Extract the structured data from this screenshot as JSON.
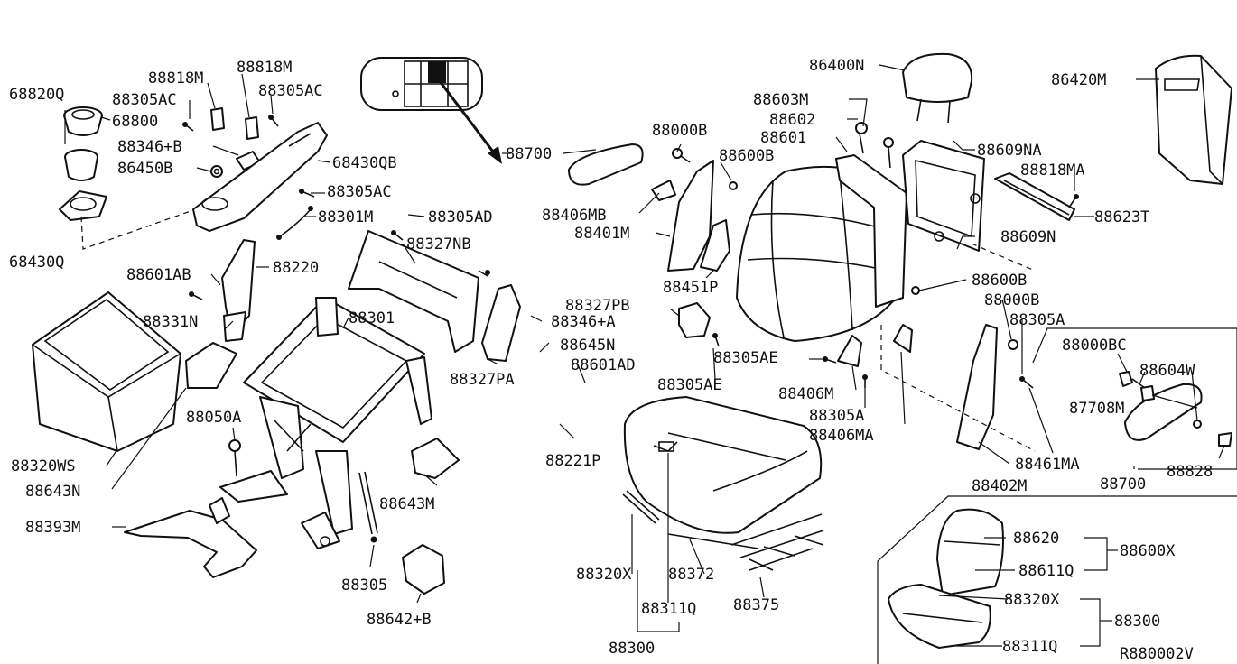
{
  "diagram": {
    "reference_code": "R880002V",
    "labels": {
      "l68820Q": "68820Q",
      "l68800": "68800",
      "l88818M_a": "88818M",
      "l88818M_b": "88818M",
      "l88305AC_a": "88305AC",
      "l88305AC_b": "88305AC",
      "l88305AC_c": "88305AC",
      "l88346B": "88346+B",
      "l86450B": "86450B",
      "l68430QB": "68430QB",
      "l88301M": "88301M",
      "l88305AD": "88305AD",
      "l88327NB": "88327NB",
      "l68430Q": "68430Q",
      "l88601AB": "88601AB",
      "l88220": "88220",
      "l88331N": "88331N",
      "l88301": "88301",
      "l88327PA": "88327PA",
      "l88327PB": "88327PB",
      "l88346A": "88346+A",
      "l88645N": "88645N",
      "l88601AD": "88601AD",
      "l88320WS": "88320WS",
      "l88643N": "88643N",
      "l88050A": "88050A",
      "l88643M": "88643M",
      "l88393M": "88393M",
      "l88305": "88305",
      "l88642B": "88642+B",
      "l88700_a": "88700",
      "l88700_b": "88700",
      "l88000B_a": "88000B",
      "l88000B_b": "88000B",
      "l88600B_a": "88600B",
      "l88600B_b": "88600B",
      "l88406MB": "88406MB",
      "l88401M": "88401M",
      "l88451P": "88451P",
      "l88305AE_a": "88305AE",
      "l88305AE_b": "88305AE",
      "l88406M": "88406M",
      "l88305A_a": "88305A",
      "l88305A_b": "88305A",
      "l88406MA": "88406MA",
      "l88221P": "88221P",
      "l86400N": "86400N",
      "l88603M": "88603M",
      "l88602": "88602",
      "l88601": "88601",
      "l88609NA": "88609NA",
      "l88818MA": "88818MA",
      "l88623T": "88623T",
      "l88609N": "88609N",
      "l86420M": "86420M",
      "l88000BC": "88000BC",
      "l88604W": "88604W",
      "l87708M": "87708M",
      "l88828": "88828",
      "l88461MA": "88461MA",
      "l88402M": "88402M",
      "l88320X_a": "88320X",
      "l88320X_b": "88320X",
      "l88311Q_a": "88311Q",
      "l88311Q_b": "88311Q",
      "l88300_a": "88300",
      "l88300_b": "88300",
      "l88372": "88372",
      "l88375": "88375",
      "l88620": "88620",
      "l88611Q": "88611Q",
      "l88600X": "88600X"
    }
  }
}
